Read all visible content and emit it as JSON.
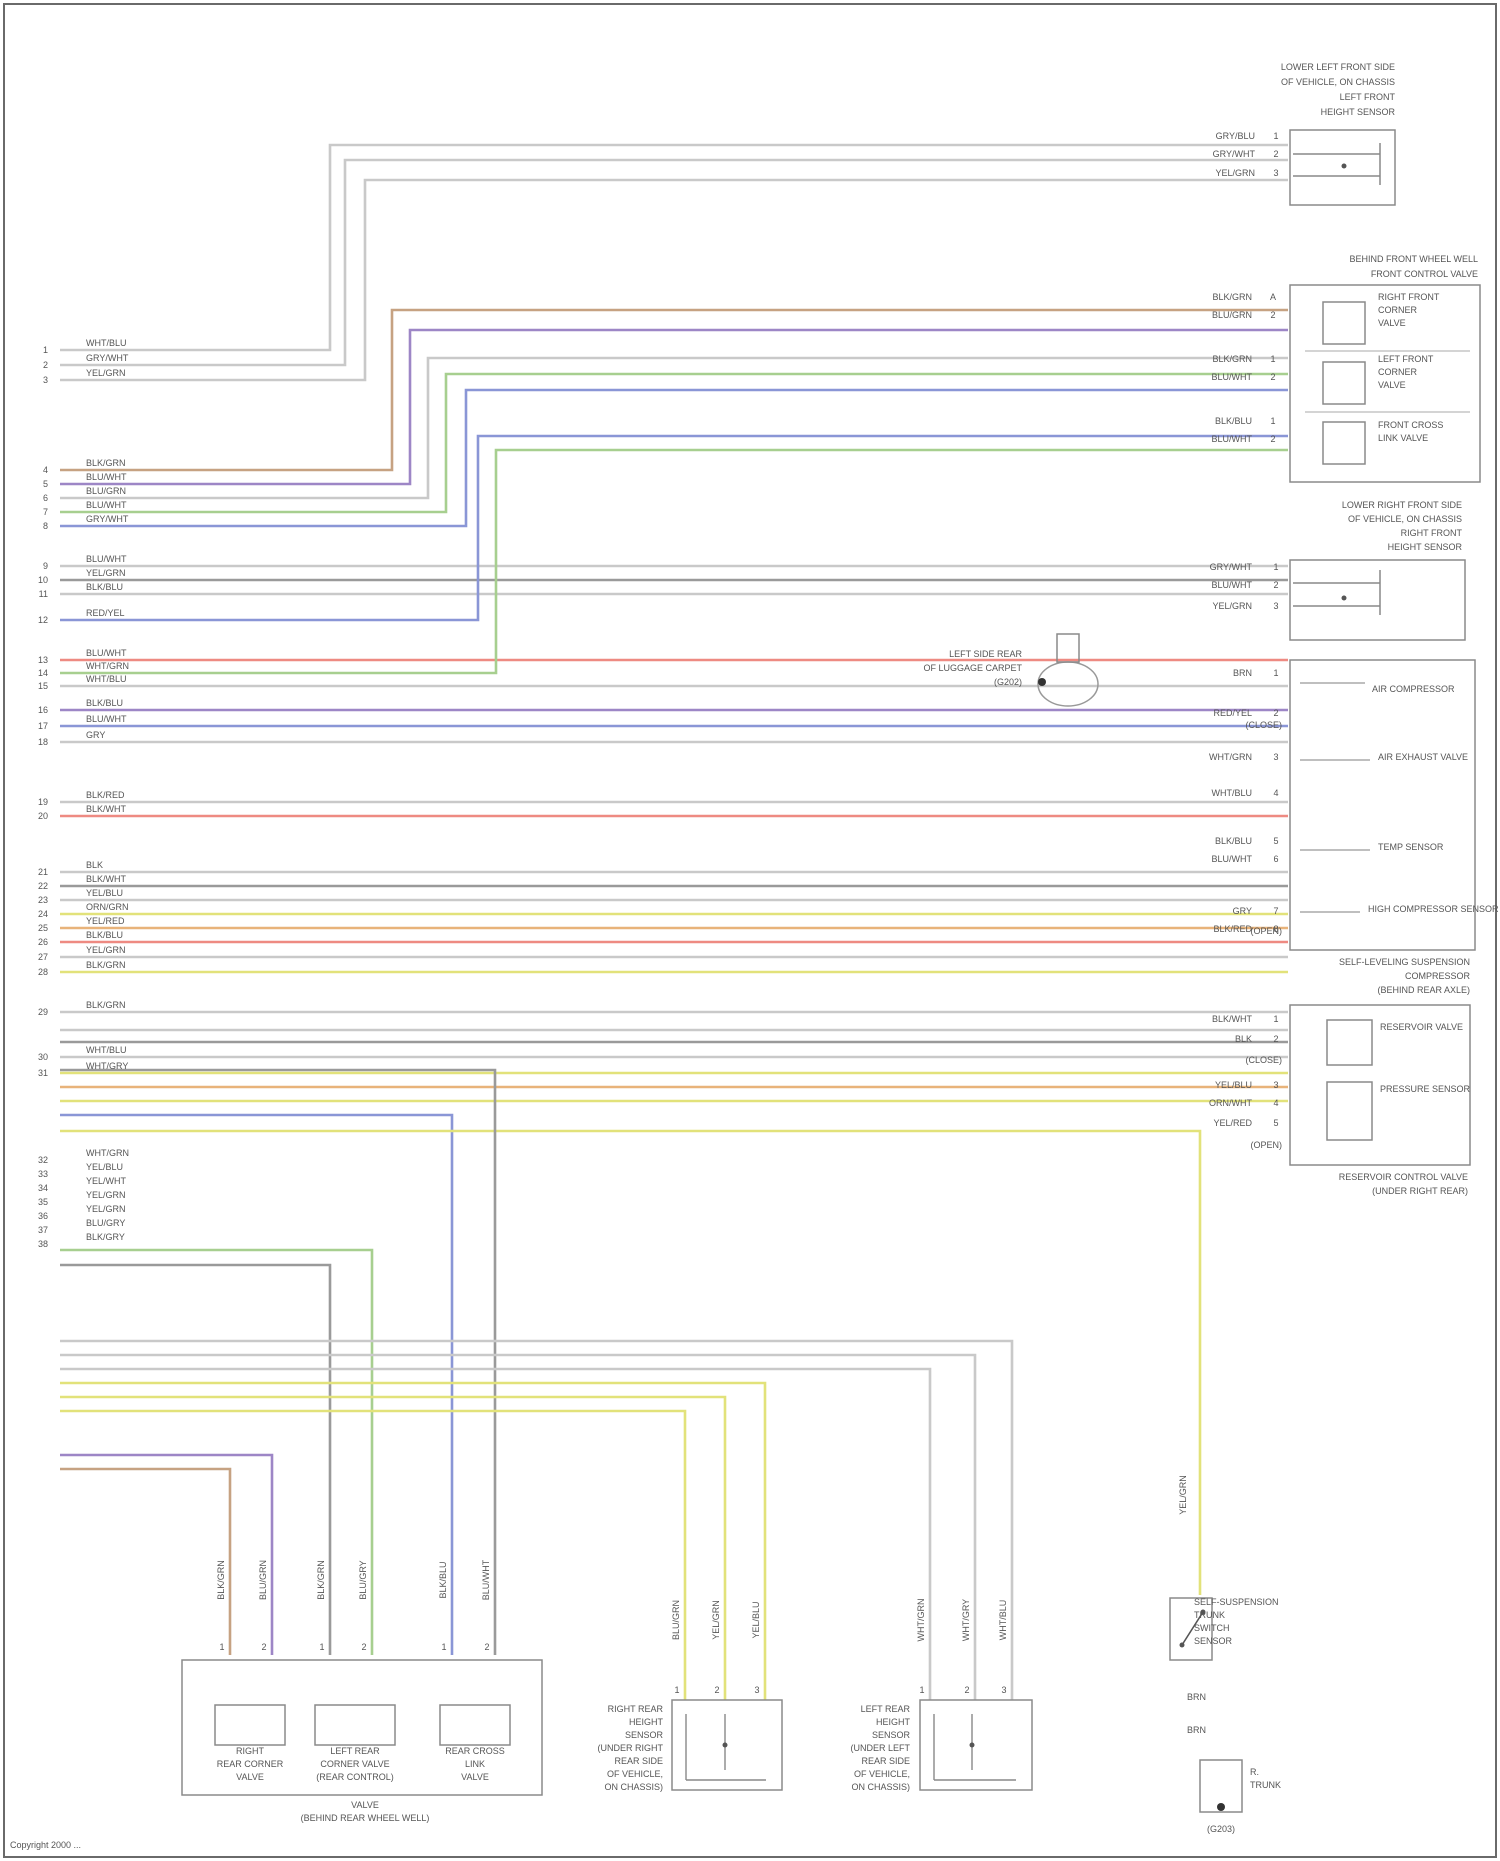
{
  "diagram_credit": "Copyright 2000 ...",
  "wire_colors": {
    "white": "#c9c9c9",
    "brown": "#c6a282",
    "violet": "#9d86c6",
    "green": "#a7cf8f",
    "blue": "#8a96d6",
    "red": "#ee8a82",
    "yellow": "#e2e27a",
    "orange": "#e8b37a",
    "gray": "#9a9a9a"
  },
  "pins_left": [
    {
      "num": "1",
      "wire": "WHT/BLU"
    },
    {
      "num": "2",
      "wire": "GRY/WHT"
    },
    {
      "num": "3",
      "wire": "YEL/GRN"
    },
    {
      "num": "4",
      "wire": "BLK/GRN"
    },
    {
      "num": "5",
      "wire": "BLU/WHT"
    },
    {
      "num": "6",
      "wire": "BLU/GRN"
    },
    {
      "num": "7",
      "wire": "BLU/WHT"
    },
    {
      "num": "8",
      "wire": "GRY/WHT"
    },
    {
      "num": "9",
      "wire": "BLU/WHT"
    },
    {
      "num": "10",
      "wire": "YEL/GRN"
    },
    {
      "num": "11",
      "wire": "BLK/BLU"
    },
    {
      "num": "12",
      "wire": "RED/YEL"
    },
    {
      "num": "13",
      "wire": "BLU/WHT"
    },
    {
      "num": "14",
      "wire": "WHT/GRN"
    },
    {
      "num": "15",
      "wire": "WHT/BLU"
    },
    {
      "num": "16",
      "wire": "BLK/BLU"
    },
    {
      "num": "17",
      "wire": "BLU/WHT"
    },
    {
      "num": "18",
      "wire": "GRY"
    },
    {
      "num": "19",
      "wire": "BLK/RED"
    },
    {
      "num": "20",
      "wire": "BLK/WHT"
    },
    {
      "num": "21",
      "wire": "BLK"
    },
    {
      "num": "22",
      "wire": "BLK/WHT"
    },
    {
      "num": "23",
      "wire": "YEL/BLU"
    },
    {
      "num": "24",
      "wire": "ORN/GRN"
    },
    {
      "num": "25",
      "wire": "YEL/RED"
    },
    {
      "num": "26",
      "wire": "BLK/BLU"
    },
    {
      "num": "27",
      "wire": "YEL/GRN"
    },
    {
      "num": "28",
      "wire": "BLK/GRN"
    },
    {
      "num": "29",
      "wire": "BLK/GRN"
    },
    {
      "num": "30",
      "wire": "WHT/BLU"
    },
    {
      "num": "31",
      "wire": "WHT/GRY"
    },
    {
      "num": "32",
      "wire": "WHT/GRN"
    },
    {
      "num": "33",
      "wire": "YEL/BLU"
    },
    {
      "num": "34",
      "wire": "YEL/WHT"
    },
    {
      "num": "35",
      "wire": "YEL/GRN"
    },
    {
      "num": "36",
      "wire": "YEL/GRN"
    },
    {
      "num": "37",
      "wire": "BLU/GRY"
    },
    {
      "num": "38",
      "wire": "BLK/GRY"
    }
  ],
  "components": {
    "lf_height_sensor": {
      "title": [
        "LOWER LEFT FRONT SIDE",
        "OF VEHICLE, ON CHASSIS",
        "LEFT FRONT",
        "HEIGHT SENSOR"
      ],
      "wires": [
        "GRY/BLU",
        "GRY/WHT",
        "YEL/GRN"
      ],
      "pins": [
        "1",
        "2",
        "3"
      ]
    },
    "front_solenoid": {
      "title": [
        "BEHIND FRONT WHEEL WELL",
        "FRONT CONTROL VALVE"
      ],
      "wires": [
        "BLK/GRN",
        "BLU/GRN",
        "BLK/GRN",
        "BLU/WHT",
        "BLK/BLU",
        "BLU/WHT"
      ],
      "pins": [
        "A",
        "2",
        "1",
        "2",
        "1",
        "2"
      ],
      "valves": [
        [
          "RIGHT FRONT",
          "CORNER",
          "VALVE"
        ],
        [
          "LEFT FRONT",
          "CORNER",
          "VALVE"
        ],
        [
          "FRONT CROSS",
          "LINK VALVE"
        ]
      ]
    },
    "rf_height_sensor": {
      "title": [
        "LOWER RIGHT FRONT SIDE",
        "OF VEHICLE, ON CHASSIS",
        "RIGHT FRONT",
        "HEIGHT SENSOR"
      ],
      "wires": [
        "GRY/WHT",
        "BLU/WHT",
        "YEL/GRN"
      ],
      "pins": [
        "1",
        "2",
        "3"
      ]
    },
    "compressor": {
      "left_note": [
        "LEFT SIDE REAR",
        "OF LUGGAGE CARPET",
        "(G202)"
      ],
      "rows": [
        {
          "wire": "BRN",
          "pin": "1"
        },
        {
          "wire": "RED/YEL",
          "pin": "2"
        },
        {
          "wire": "WHT/GRN",
          "pin": "3"
        },
        {
          "wire": "WHT/BLU",
          "pin": "4"
        },
        {
          "wire": "BLK/BLU",
          "pin": "5"
        },
        {
          "wire": "BLU/WHT",
          "pin": "6"
        },
        {
          "wire": "GRY",
          "pin": "7"
        },
        {
          "wire": "BLK/RED",
          "pin": "8"
        }
      ],
      "tags": [
        "(CLOSE)",
        "(OPEN)"
      ],
      "inner": [
        "AIR COMPRESSOR",
        "AIR EXHAUST VALVE",
        "TEMP SENSOR",
        "HIGH COMPRESSOR SENSOR"
      ],
      "title": [
        "SELF-LEVELING SUSPENSION",
        "COMPRESSOR",
        "(BEHIND REAR AXLE)"
      ]
    },
    "reservoir": {
      "rows": [
        {
          "wire": "BLK/WHT",
          "pin": "1"
        },
        {
          "wire": "BLK",
          "pin": "2"
        },
        {
          "wire": "YEL/BLU",
          "pin": "3"
        },
        {
          "wire": "ORN/WHT",
          "pin": "4"
        },
        {
          "wire": "YEL/RED",
          "pin": "5"
        }
      ],
      "tags": [
        "(CLOSE)",
        "(OPEN)"
      ],
      "inner": [
        "RESERVOIR VALVE",
        "PRESSURE SENSOR"
      ],
      "title": [
        "RESERVOIR CONTROL VALVE",
        "(UNDER RIGHT REAR)"
      ]
    },
    "rear_valves": {
      "wires": [
        "BLK/GRN",
        "BLU/GRN",
        "BLK/GRN",
        "BLU/GRY",
        "BLK/BLU",
        "BLU/WHT"
      ],
      "pins": [
        "1",
        "2",
        "1",
        "2",
        "1",
        "2"
      ],
      "valves": [
        [
          "RIGHT",
          "REAR CORNER",
          "VALVE"
        ],
        [
          "LEFT REAR",
          "CORNER VALVE",
          "(REAR CONTROL)"
        ],
        [
          "REAR CROSS",
          "LINK",
          "VALVE"
        ]
      ],
      "title": [
        "VALVE",
        "(BEHIND REAR WHEEL WELL)"
      ]
    },
    "rr_height_sensor": {
      "wires": [
        "BLU/GRN",
        "YEL/GRN",
        "YEL/BLU"
      ],
      "pins": [
        "1",
        "2",
        "3"
      ],
      "title": [
        "RIGHT REAR",
        "HEIGHT",
        "SENSOR",
        "(UNDER RIGHT",
        "REAR SIDE",
        "OF VEHICLE,",
        "ON CHASSIS)"
      ]
    },
    "lr_height_sensor": {
      "wires": [
        "WHT/GRN",
        "WHT/GRY",
        "WHT/BLU"
      ],
      "pins": [
        "1",
        "2",
        "3"
      ],
      "title": [
        "LEFT REAR",
        "HEIGHT",
        "SENSOR",
        "(UNDER LEFT",
        "REAR SIDE",
        "OF VEHICLE,",
        "ON CHASSIS)"
      ]
    },
    "trunk_switch": {
      "wire": "YEL/GRN",
      "title": [
        "SELF-SUSPENSION",
        "TRUNK",
        "SWITCH",
        "SENSOR"
      ],
      "lower": [
        "BRN",
        "BRN",
        "(G203)"
      ],
      "ground_note": [
        "R.",
        "TRUNK"
      ]
    }
  }
}
